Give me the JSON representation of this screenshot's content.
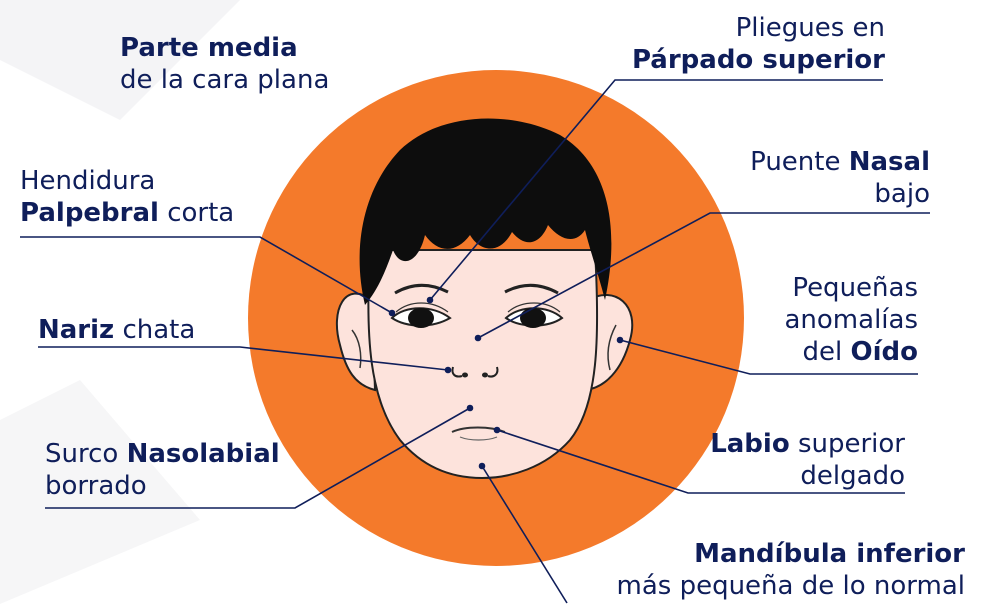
{
  "colors": {
    "circle": "#f47a2b",
    "text": "#0f1e5a",
    "line": "#0f1e5a",
    "skin": "#fde3dc",
    "hair": "#0d0d0d"
  },
  "icons": {
    "face": "child-face-icon"
  },
  "labels": {
    "parte_media": {
      "bold": "Parte media",
      "rest": "de la cara plana"
    },
    "pliegues": {
      "pre": "Pliegues en",
      "bold": "Párpado superior"
    },
    "hendidura": {
      "pre": "Hendidura",
      "bold": "Palpebral",
      "post": "corta"
    },
    "puente": {
      "pre": "Puente",
      "bold": "Nasal",
      "post": "bajo"
    },
    "nariz": {
      "bold": "Nariz",
      "post": "chata"
    },
    "oido": {
      "l1": "Pequeñas",
      "l2": "anomalías",
      "pre": "del",
      "bold": "Oído"
    },
    "surco": {
      "pre": "Surco",
      "bold": "Nasolabial",
      "post": "borrado"
    },
    "labio": {
      "bold": "Labio",
      "post": "superior",
      "l2": "delgado"
    },
    "mandibula": {
      "bold": "Mandíbula inferior",
      "post": "más pequeña de lo normal"
    }
  }
}
